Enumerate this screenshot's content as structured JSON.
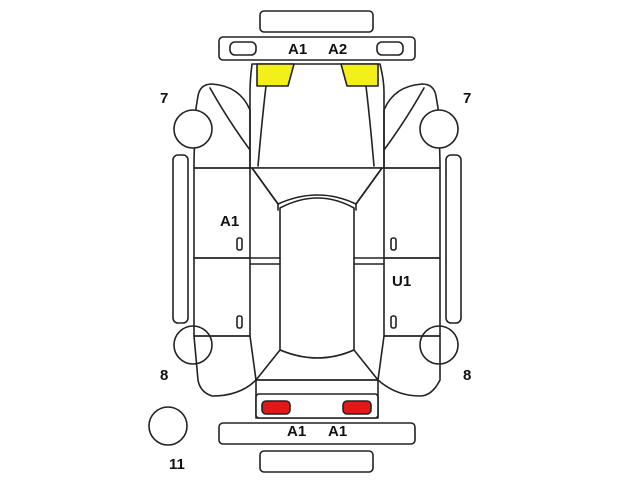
{
  "diagram": {
    "labels": {
      "front_left": "A1",
      "front_right": "A2",
      "left_side": "A1",
      "right_side": "U1",
      "rear_left": "A1",
      "rear_right": "A1",
      "wheel_front_left": "7",
      "wheel_front_right": "7",
      "wheel_rear_left": "8",
      "wheel_rear_right": "8",
      "spare_tire": "11"
    },
    "colors": {
      "outline": "#222222",
      "front_headlights": "#f2ef1a",
      "rear_lights": "#e01818",
      "background": "#ffffff"
    }
  }
}
